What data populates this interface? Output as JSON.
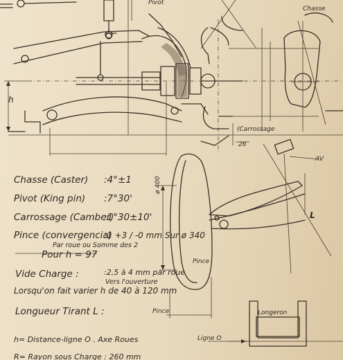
{
  "diagram_labels": {
    "pivot": "Pivot",
    "chasse": "Chasse",
    "h": "h",
    "carrossage": "Carrossage",
    "carrossage_prefix": "(",
    "twenty_six": "26",
    "dim_400": "ø 400",
    "pince_small": "Pince",
    "pince_bottom": "Pince",
    "l_arrow": "L",
    "av": "AV",
    "longeron": "Longeron",
    "ligne_o": "Ligne O"
  },
  "specs": [
    {
      "label": "Chasse (Caster)",
      "value": ":4°±1"
    },
    {
      "label": "Pivot (King pin)",
      "value": ":7°30'"
    },
    {
      "label": "Carrossage (Camber)",
      "value": ":1°30±10'"
    },
    {
      "label": "Pince (convergencia)",
      "value": ":1 +3 / -0 mm Sur ø 340"
    }
  ],
  "pince_note": "Par roue ou Somme des 2",
  "pince_pour": "Pour h = 97",
  "vide_charge": {
    "label": "Vide Charge :",
    "value": ":2,5 à 4 mm par roue"
  },
  "vide_note": "Vers l'ouverture",
  "lorsqu": "Lorsqu'on fait varier h de 40 à 120 mm",
  "longueur": "Longueur Tirant L :",
  "legend": [
    "h= Distance-ligne O . Axe Roues",
    "R= Rayon sous Charge : 260 mm"
  ]
}
